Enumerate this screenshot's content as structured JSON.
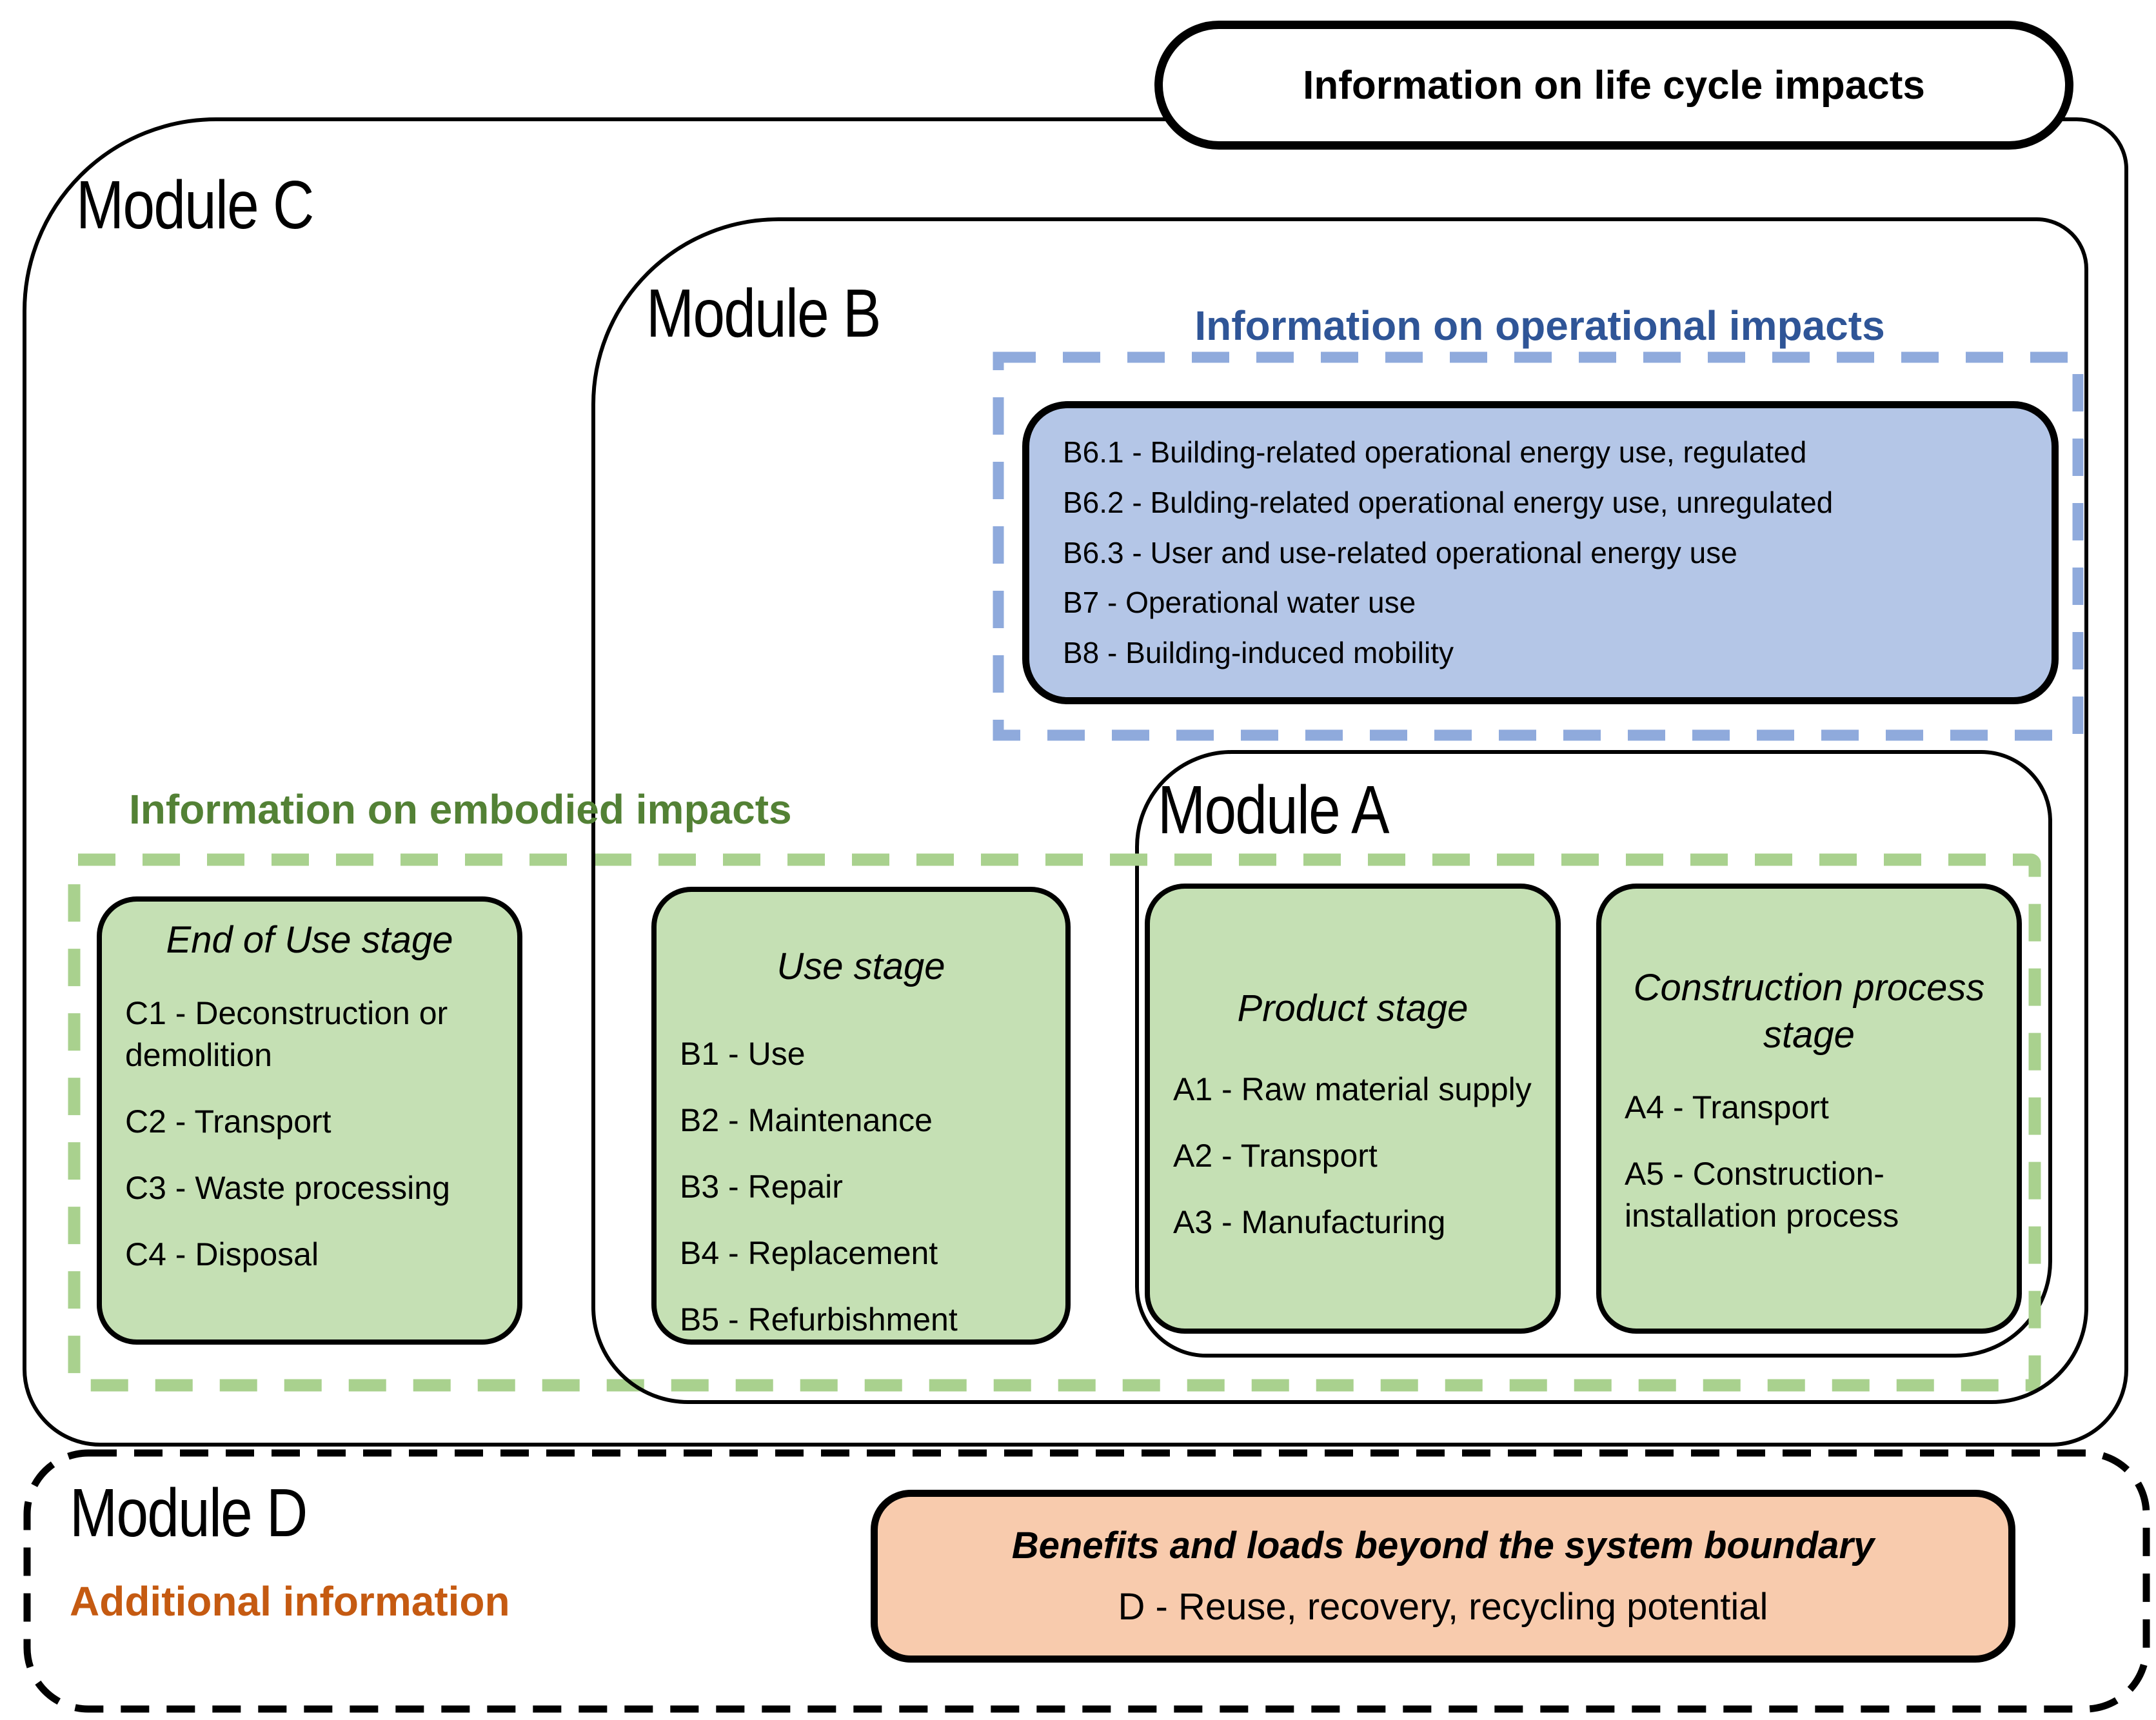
{
  "diagram": {
    "pill_title": "Information on life cycle impacts",
    "module_c_label": "Module C",
    "module_b_label": "Module B",
    "module_a_label": "Module A",
    "module_d_label": "Module D",
    "operational": {
      "heading": "Information on operational impacts",
      "items": [
        "B6.1 - Building-related operational energy use, regulated",
        "B6.2 - Bulding-related operational energy use, unregulated",
        "B6.3 - User and use-related operational energy use",
        "B7 - Operational water use",
        "B8 - Building-induced mobility"
      ]
    },
    "embodied": {
      "heading": "Information on embodied impacts"
    },
    "stages": {
      "end_of_use": {
        "title": "End of Use stage",
        "items": [
          "C1 - Deconstruction or demolition",
          "C2 - Transport",
          "C3 - Waste processing",
          "C4 - Disposal"
        ]
      },
      "use": {
        "title": "Use stage",
        "items": [
          "B1 - Use",
          "B2 - Maintenance",
          "B3 - Repair",
          "B4 - Replacement",
          "B5 - Refurbishment"
        ]
      },
      "product": {
        "title": "Product stage",
        "items": [
          "A1 - Raw material supply",
          "A2 - Transport",
          "A3 - Manufacturing"
        ]
      },
      "construction": {
        "title": "Construction process stage",
        "items": [
          "A4 - Transport",
          "A5 - Construction-installation process"
        ]
      }
    },
    "module_d": {
      "heading": "Additional information",
      "box_title": "Benefits and loads beyond the system boundary",
      "box_item": "D - Reuse, recovery, recycling potential"
    },
    "colors": {
      "operational_fill": "#b4c6e7",
      "operational_dash": "#8faadc",
      "operational_text": "#2f5597",
      "embodied_fill": "#c5e0b4",
      "embodied_dash": "#a9d18e",
      "embodied_text": "#538135",
      "additional_fill": "#f8cbad",
      "additional_text": "#c55a11",
      "outline": "#000000"
    }
  }
}
